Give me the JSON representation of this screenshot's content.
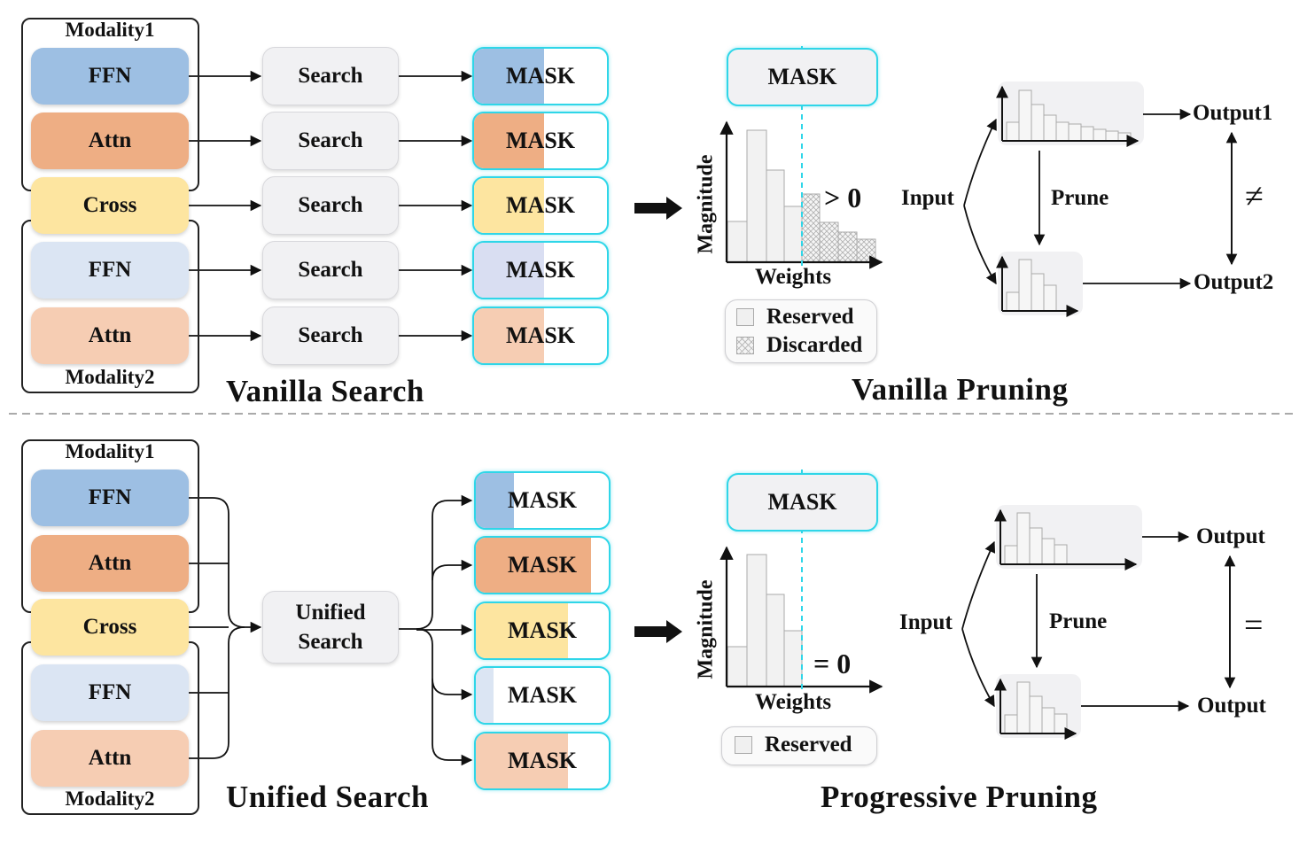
{
  "top": {
    "modality1": "Modality1",
    "modality2": "Modality2",
    "blocks": [
      "FFN",
      "Attn",
      "Cross",
      "FFN",
      "Attn"
    ],
    "search": "Search",
    "mask": "MASK",
    "title_left": "Vanilla Search",
    "title_right": "Vanilla Pruning",
    "chart": {
      "mask": "MASK",
      "ylabel": "Magnitude",
      "xlabel": "Weights",
      "annotation": "> 0"
    },
    "legend": {
      "reserved": "Reserved",
      "discarded": "Discarded"
    },
    "flow": {
      "input": "Input",
      "prune": "Prune",
      "output1": "Output1",
      "output2": "Output2",
      "relation": "≠"
    }
  },
  "bottom": {
    "modality1": "Modality1",
    "modality2": "Modality2",
    "blocks": [
      "FFN",
      "Attn",
      "Cross",
      "FFN",
      "Attn"
    ],
    "search": "Unified Search",
    "mask": "MASK",
    "title_left": "Unified Search",
    "title_right": "Progressive Pruning",
    "chart": {
      "mask": "MASK",
      "ylabel": "Magnitude",
      "xlabel": "Weights",
      "annotation": "= 0"
    },
    "legend": {
      "reserved": "Reserved"
    },
    "flow": {
      "input": "Input",
      "prune": "Prune",
      "output1": "Output",
      "output2": "Output",
      "relation": "="
    }
  },
  "colors": {
    "ffn1": "#9dbfe3",
    "attn1": "#eeae84",
    "cross": "#fde5a0",
    "ffn2": "#dbe5f3",
    "attn2": "#f6cdb3",
    "mask_border": "#2fd6e8"
  }
}
